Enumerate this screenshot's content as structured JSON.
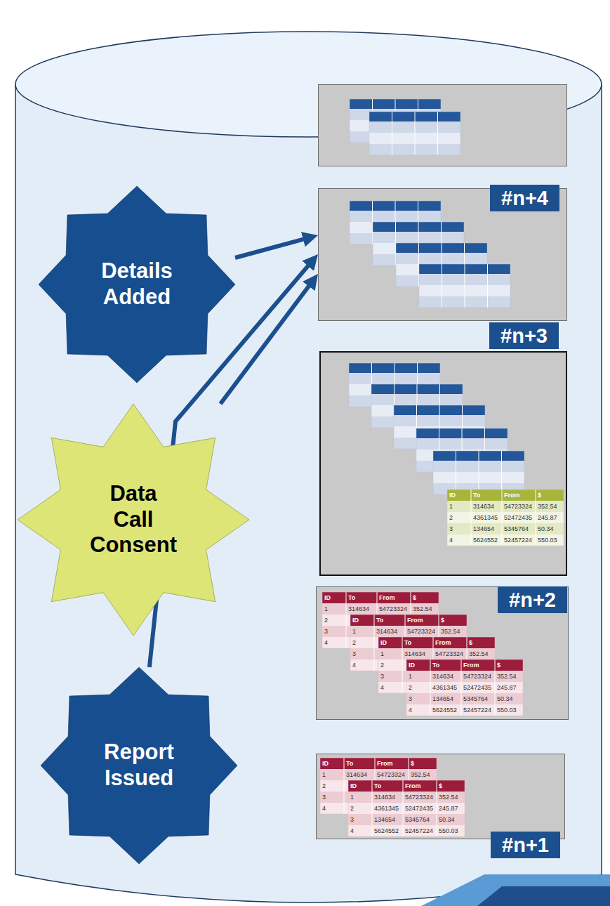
{
  "diagram": {
    "nodes": [
      {
        "text": [
          "#n+4"
        ]
      },
      {
        "text": [
          "Details Added"
        ]
      },
      {
        "text": [
          "#n+3"
        ]
      },
      {
        "text": [
          "Data Call Consent"
        ]
      },
      {
        "text": [
          "#n+2"
        ]
      },
      {
        "text": [
          "Report Issued"
        ]
      },
      {
        "text": [
          "#n+1"
        ]
      }
    ],
    "edges": [
      {
        "from": 1,
        "to": 2,
        "arrow": "to"
      },
      {
        "from": 3,
        "to": 2,
        "arrow": "to"
      },
      {
        "from": 5,
        "to": 2,
        "arrow": "to"
      }
    ],
    "labels": [
      "ID",
      "To",
      "From",
      "$",
      "1",
      "314634",
      "54723324",
      "352.54",
      "2",
      "4361345",
      "52472435",
      "245.87",
      "3",
      "134654",
      "5345764",
      "50.34",
      "4",
      "5624552",
      "52457224",
      "550.03",
      "ID",
      "To",
      "From",
      "$",
      "1",
      "314634",
      "54723324",
      "352.54",
      "2",
      "3",
      "4",
      "ID",
      "To",
      "From",
      "$",
      "1",
      "314634",
      "54723324",
      "352.54",
      "2",
      "3",
      "4",
      "ID",
      "To",
      "From",
      "$",
      "1",
      "314634",
      "54723324",
      "352.54",
      "2",
      "3",
      "4",
      "ID",
      "To",
      "From",
      "$",
      "1",
      "314634",
      "54723324",
      "352.54",
      "2",
      "4361345",
      "52472435",
      "245.87",
      "3",
      "134654",
      "5345764",
      "50.34",
      "4",
      "5624552",
      "52457224",
      "550.03",
      "ID",
      "To",
      "From",
      "$",
      "1",
      "314634",
      "54723324",
      "352.54",
      "2",
      "3",
      "4",
      "ID",
      "To",
      "From",
      "$",
      "1",
      "314634",
      "54723324",
      "352.54",
      "2",
      "4361345",
      "52472435",
      "245.87",
      "3",
      "134654",
      "5345764",
      "50.34",
      "4",
      "5624552",
      "52457224",
      "550.03"
    ]
  }
}
